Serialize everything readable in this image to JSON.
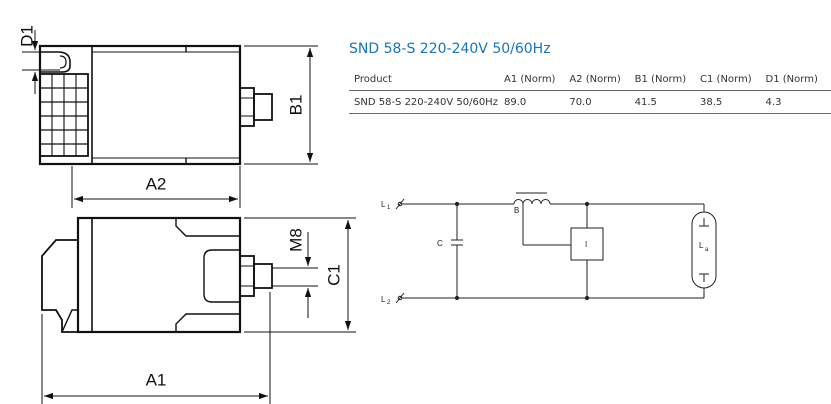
{
  "title": "SND 58-S 220-240V 50/60Hz",
  "table": {
    "headers": [
      "Product",
      "A1 (Norm)",
      "A2 (Norm)",
      "B1 (Norm)",
      "C1 (Norm)",
      "D1 (Norm)"
    ],
    "rows": [
      [
        "SND 58-S 220-240V 50/60Hz",
        "89.0",
        "70.0",
        "41.5",
        "38.5",
        "4.3"
      ]
    ]
  },
  "dimension_labels": {
    "d1": "D1",
    "b1": "B1",
    "a2": "A2",
    "m8": "M8",
    "c1": "C1",
    "a1": "A1"
  },
  "schematic_labels": {
    "l1": "L",
    "l1_sub": "1",
    "l2": "L",
    "l2_sub": "2",
    "capacitor": "C",
    "inductor": "B",
    "igniter": "I",
    "lamp": "L",
    "lamp_sub": "a"
  },
  "colors": {
    "title": "#1a74b8",
    "lines": "#111111",
    "schematic": "#222222"
  }
}
